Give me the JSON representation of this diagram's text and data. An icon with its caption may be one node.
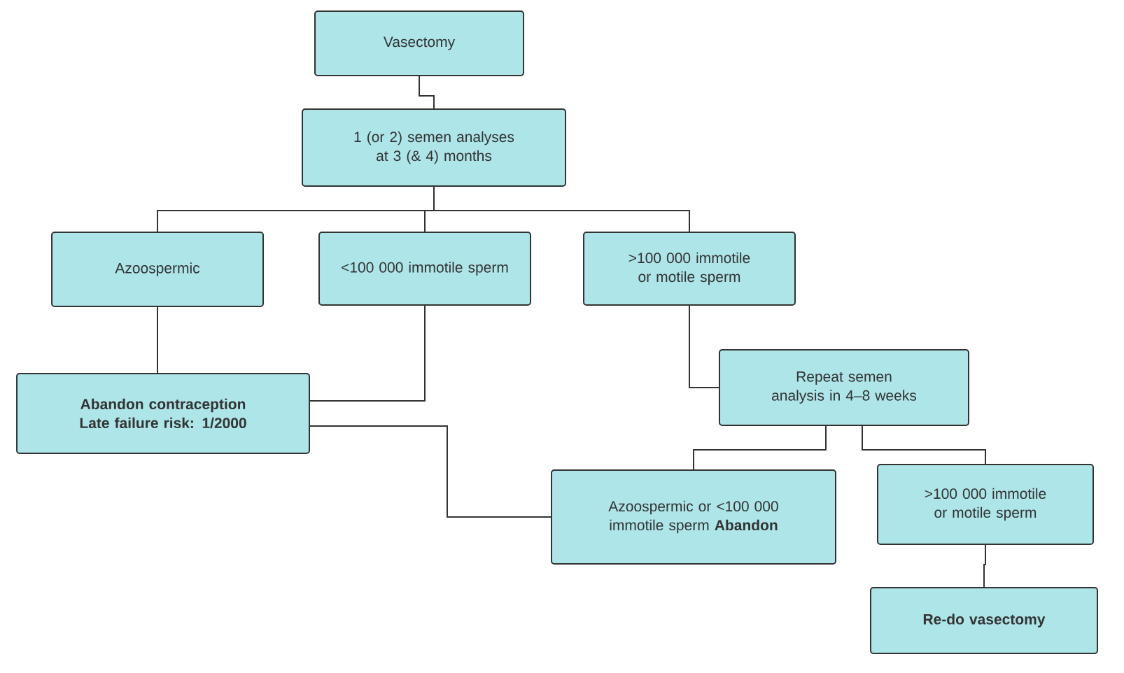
{
  "diagram": {
    "nodes": [
      {
        "text": [
          "Vasectomy"
        ]
      },
      {
        "text": [
          "1 (or 2) semen analyses at 3 (& 4) months"
        ]
      },
      {
        "text": [
          "Azoospermic"
        ]
      },
      {
        "text": [
          "<100 000 immotile sperm"
        ]
      },
      {
        "text": [
          ">100 000 immotile or motile sperm"
        ]
      },
      {
        "text": [
          "Abandon contraception",
          "Late failure risk: 1/2000"
        ]
      },
      {
        "text": [
          "Repeat semen analysis in 4–8 weeks"
        ]
      },
      {
        "text": [
          "Azoospermic or <100 000 immotile sperm  **Abandon**"
        ]
      },
      {
        "text": [
          ">100 000 immotile or motile sperm"
        ]
      },
      {
        "text": [
          "Re-do vasectomy"
        ]
      }
    ],
    "edges": [
      {
        "from": 0,
        "to": 1,
        "arrow": "none"
      },
      {
        "from": 1,
        "to": 2,
        "arrow": "none"
      },
      {
        "from": 1,
        "to": 3,
        "arrow": "none"
      },
      {
        "from": 1,
        "to": 4,
        "arrow": "none"
      },
      {
        "from": 2,
        "to": 5,
        "arrow": "none"
      },
      {
        "from": 3,
        "to": 5,
        "arrow": "none"
      },
      {
        "from": 4,
        "to": 6,
        "arrow": "none"
      },
      {
        "from": 5,
        "to": 7,
        "arrow": "none"
      },
      {
        "from": 6,
        "to": 7,
        "arrow": "none"
      },
      {
        "from": 6,
        "to": 8,
        "arrow": "none"
      },
      {
        "from": 8,
        "to": 9,
        "arrow": "none"
      }
    ]
  }
}
